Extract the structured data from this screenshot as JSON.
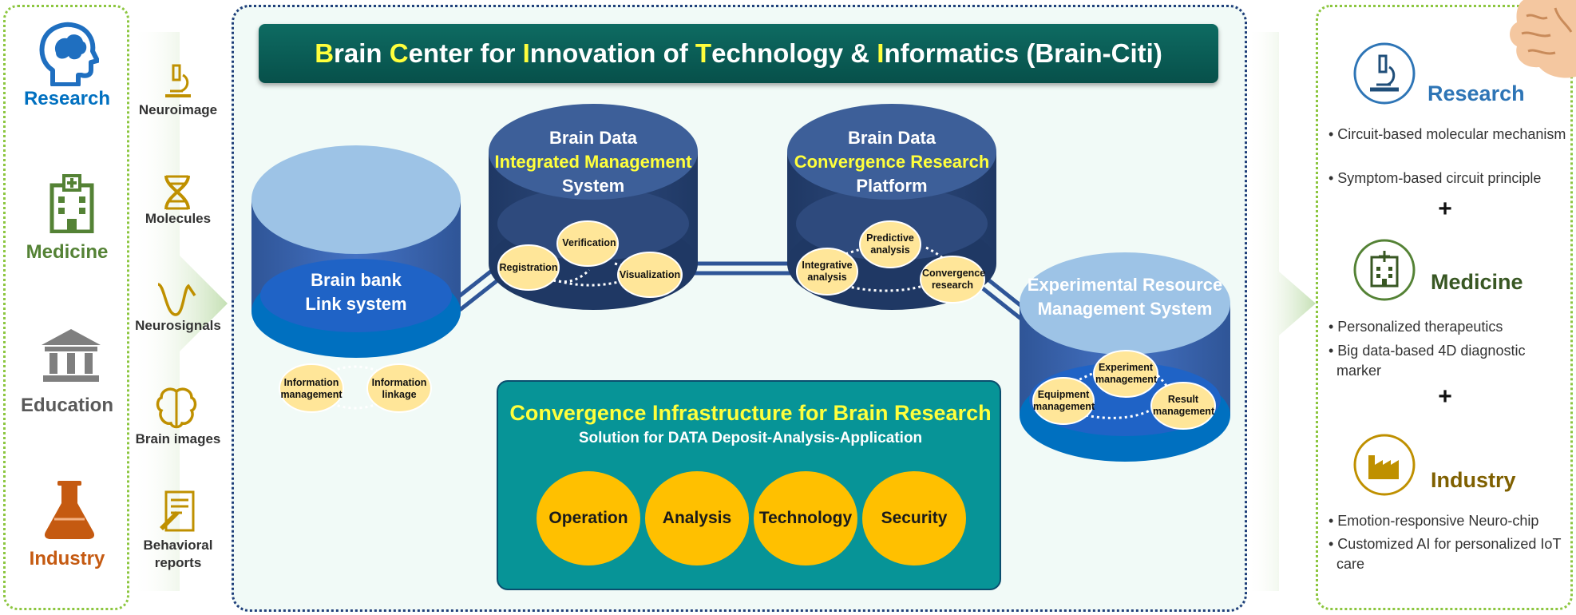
{
  "left_panel": {
    "items": [
      {
        "label": "Research",
        "color": "#0070c0",
        "icon": "head-brain-icon"
      },
      {
        "label": "Medicine",
        "color": "#548235",
        "icon": "hospital-icon"
      },
      {
        "label": "Education",
        "color": "#595959",
        "icon": "institution-icon"
      },
      {
        "label": "Industry",
        "color": "#c55a11",
        "icon": "flask-icon"
      }
    ]
  },
  "data_sources": [
    {
      "label": "Neuroimage",
      "icon": "microscope-icon"
    },
    {
      "label": "Molecules",
      "icon": "dna-icon"
    },
    {
      "label": "Neurosignals",
      "icon": "wave-icon"
    },
    {
      "label": "Brain images",
      "icon": "brain-icon"
    },
    {
      "label": "Behavioral reports",
      "icon": "report-icon"
    }
  ],
  "title": {
    "parts": [
      {
        "text": "B",
        "highlight": true
      },
      {
        "text": "rain ",
        "highlight": false
      },
      {
        "text": "C",
        "highlight": true
      },
      {
        "text": "enter for ",
        "highlight": false
      },
      {
        "text": "I",
        "highlight": true
      },
      {
        "text": "nnovation of ",
        "highlight": false
      },
      {
        "text": "T",
        "highlight": true
      },
      {
        "text": "echnology & ",
        "highlight": false
      },
      {
        "text": "I",
        "highlight": true
      },
      {
        "text": "nformatics (Brain-Citi)",
        "highlight": false
      }
    ]
  },
  "systems": {
    "brain_bank": {
      "line1": "Brain bank",
      "line2": "Link system",
      "bubbles": [
        "Information management",
        "Information linkage"
      ]
    },
    "integrated": {
      "line1": "Brain Data",
      "line2": "Integrated Management",
      "line3": "System",
      "bubbles": [
        "Verification",
        "Registration",
        "Visualization"
      ]
    },
    "convergence": {
      "line1": "Brain Data",
      "line2": "Convergence Research",
      "line3": "Platform",
      "bubbles": [
        "Predictive analysis",
        "Integrative analysis",
        "Convergence research"
      ]
    },
    "experimental": {
      "line1": "Experimental Resource",
      "line2": "Management System",
      "bubbles": [
        "Experiment management",
        "Equipment management",
        "Result management"
      ]
    }
  },
  "infrastructure": {
    "title": "Convergence Infrastructure for Brain Research",
    "subtitle": "Solution for DATA Deposit-Analysis-Application",
    "items": [
      "Operation",
      "Analysis",
      "Technology",
      "Security"
    ]
  },
  "right_panel": {
    "sections": [
      {
        "title": "Research",
        "color": "#2e75b6",
        "icon": "microscope-icon",
        "bullets": [
          "• Circuit-based molecular mechanism",
          "• Symptom-based circuit principle"
        ]
      },
      {
        "title": "Medicine",
        "color": "#385723",
        "icon": "hospital-icon",
        "bullets": [
          "• Personalized therapeutics",
          "• Big data-based 4D diagnostic marker"
        ]
      },
      {
        "title": "Industry",
        "color": "#7f6000",
        "icon": "factory-icon",
        "bullets": [
          "• Emotion-responsive Neuro-chip",
          "• Customized AI for personalized IoT care"
        ]
      }
    ],
    "plus": "+"
  },
  "colors": {
    "highlight": "#ffff3c",
    "banner": "#0b5e57",
    "cylinder_top": "#6f8fc0",
    "cylinder_body": "#1f3864",
    "bubble": "#ffe699",
    "infra_bg": "#079497",
    "circle": "#ffc000"
  }
}
